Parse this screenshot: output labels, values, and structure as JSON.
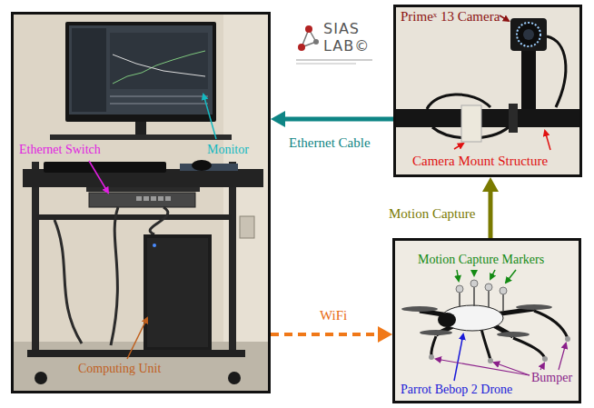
{
  "diagram": {
    "nodes": [
      {
        "text": [
          "Monitor",
          "Ethernet Switch",
          "Computing Unit"
        ]
      },
      {
        "text": [
          "Primeˣ 13 Camera",
          "Camera Mount Structure"
        ]
      },
      {
        "text": [
          "Motion Capture Markers",
          "Parrot Bebop 2 Drone",
          "Bumper"
        ]
      }
    ],
    "edges": [
      {
        "from": 1,
        "to": 0,
        "arrow": "to",
        "label": "Ethernet Cable"
      },
      {
        "from": 2,
        "to": 1,
        "arrow": "to",
        "label": "Motion Capture"
      },
      {
        "from": 0,
        "to": 2,
        "arrow": "to",
        "label": "WiFi"
      }
    ],
    "labels": [
      "SIAS LAB©"
    ]
  }
}
